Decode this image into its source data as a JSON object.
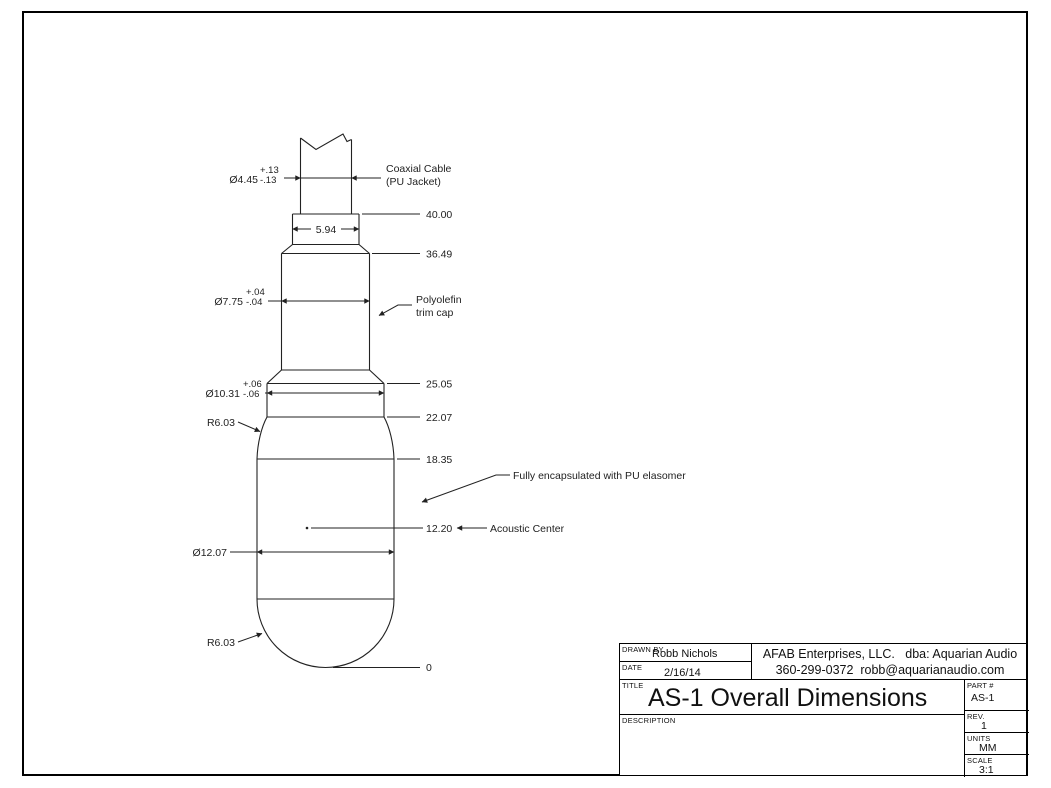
{
  "page": {
    "background": "#ffffff",
    "line_color": "#000000"
  },
  "drawing": {
    "dims": {
      "cable": {
        "dia": "Ø4.45",
        "plus": "+.13",
        "minus": "-.13"
      },
      "boot": {
        "width": "5.94"
      },
      "cap": {
        "dia": "Ø7.75",
        "plus": "+.04",
        "minus": "-.04"
      },
      "flare": {
        "dia": "Ø10.31",
        "plus": "+.06",
        "minus": "-.06"
      },
      "body": {
        "dia": "Ø12.07"
      },
      "radius_top": "R6.03",
      "radius_bottom": "R6.03",
      "levels": {
        "l40": "40.00",
        "l3649": "36.49",
        "l2505": "25.05",
        "l2207": "22.07",
        "l1835": "18.35",
        "l1220": "12.20",
        "l0": "0"
      }
    },
    "callouts": {
      "coax1": "Coaxial Cable",
      "coax2": "(PU Jacket)",
      "poly1": "Polyolefin",
      "poly2": "trim cap",
      "encapsulated": "Fully encapsulated with PU elasomer",
      "acoustic": "Acoustic Center"
    }
  },
  "title_block": {
    "drawn_by_label": "DRAWN BY",
    "drawn_by": "Robb Nichols",
    "date_label": "DATE",
    "date": "2/16/14",
    "company_line1": "AFAB Enterprises, LLC.   dba: Aquarian Audio",
    "company_line2": "360-299-0372  robb@aquarianaudio.com",
    "title_label": "TITLE",
    "title": "AS-1 Overall Dimensions",
    "description_label": "DESCRIPTION",
    "part_label": "PART #",
    "part": "AS-1",
    "rev_label": "REV.",
    "rev": "1",
    "units_label": "UNITS",
    "units": "MM",
    "scale_label": "SCALE",
    "scale": "3:1"
  }
}
